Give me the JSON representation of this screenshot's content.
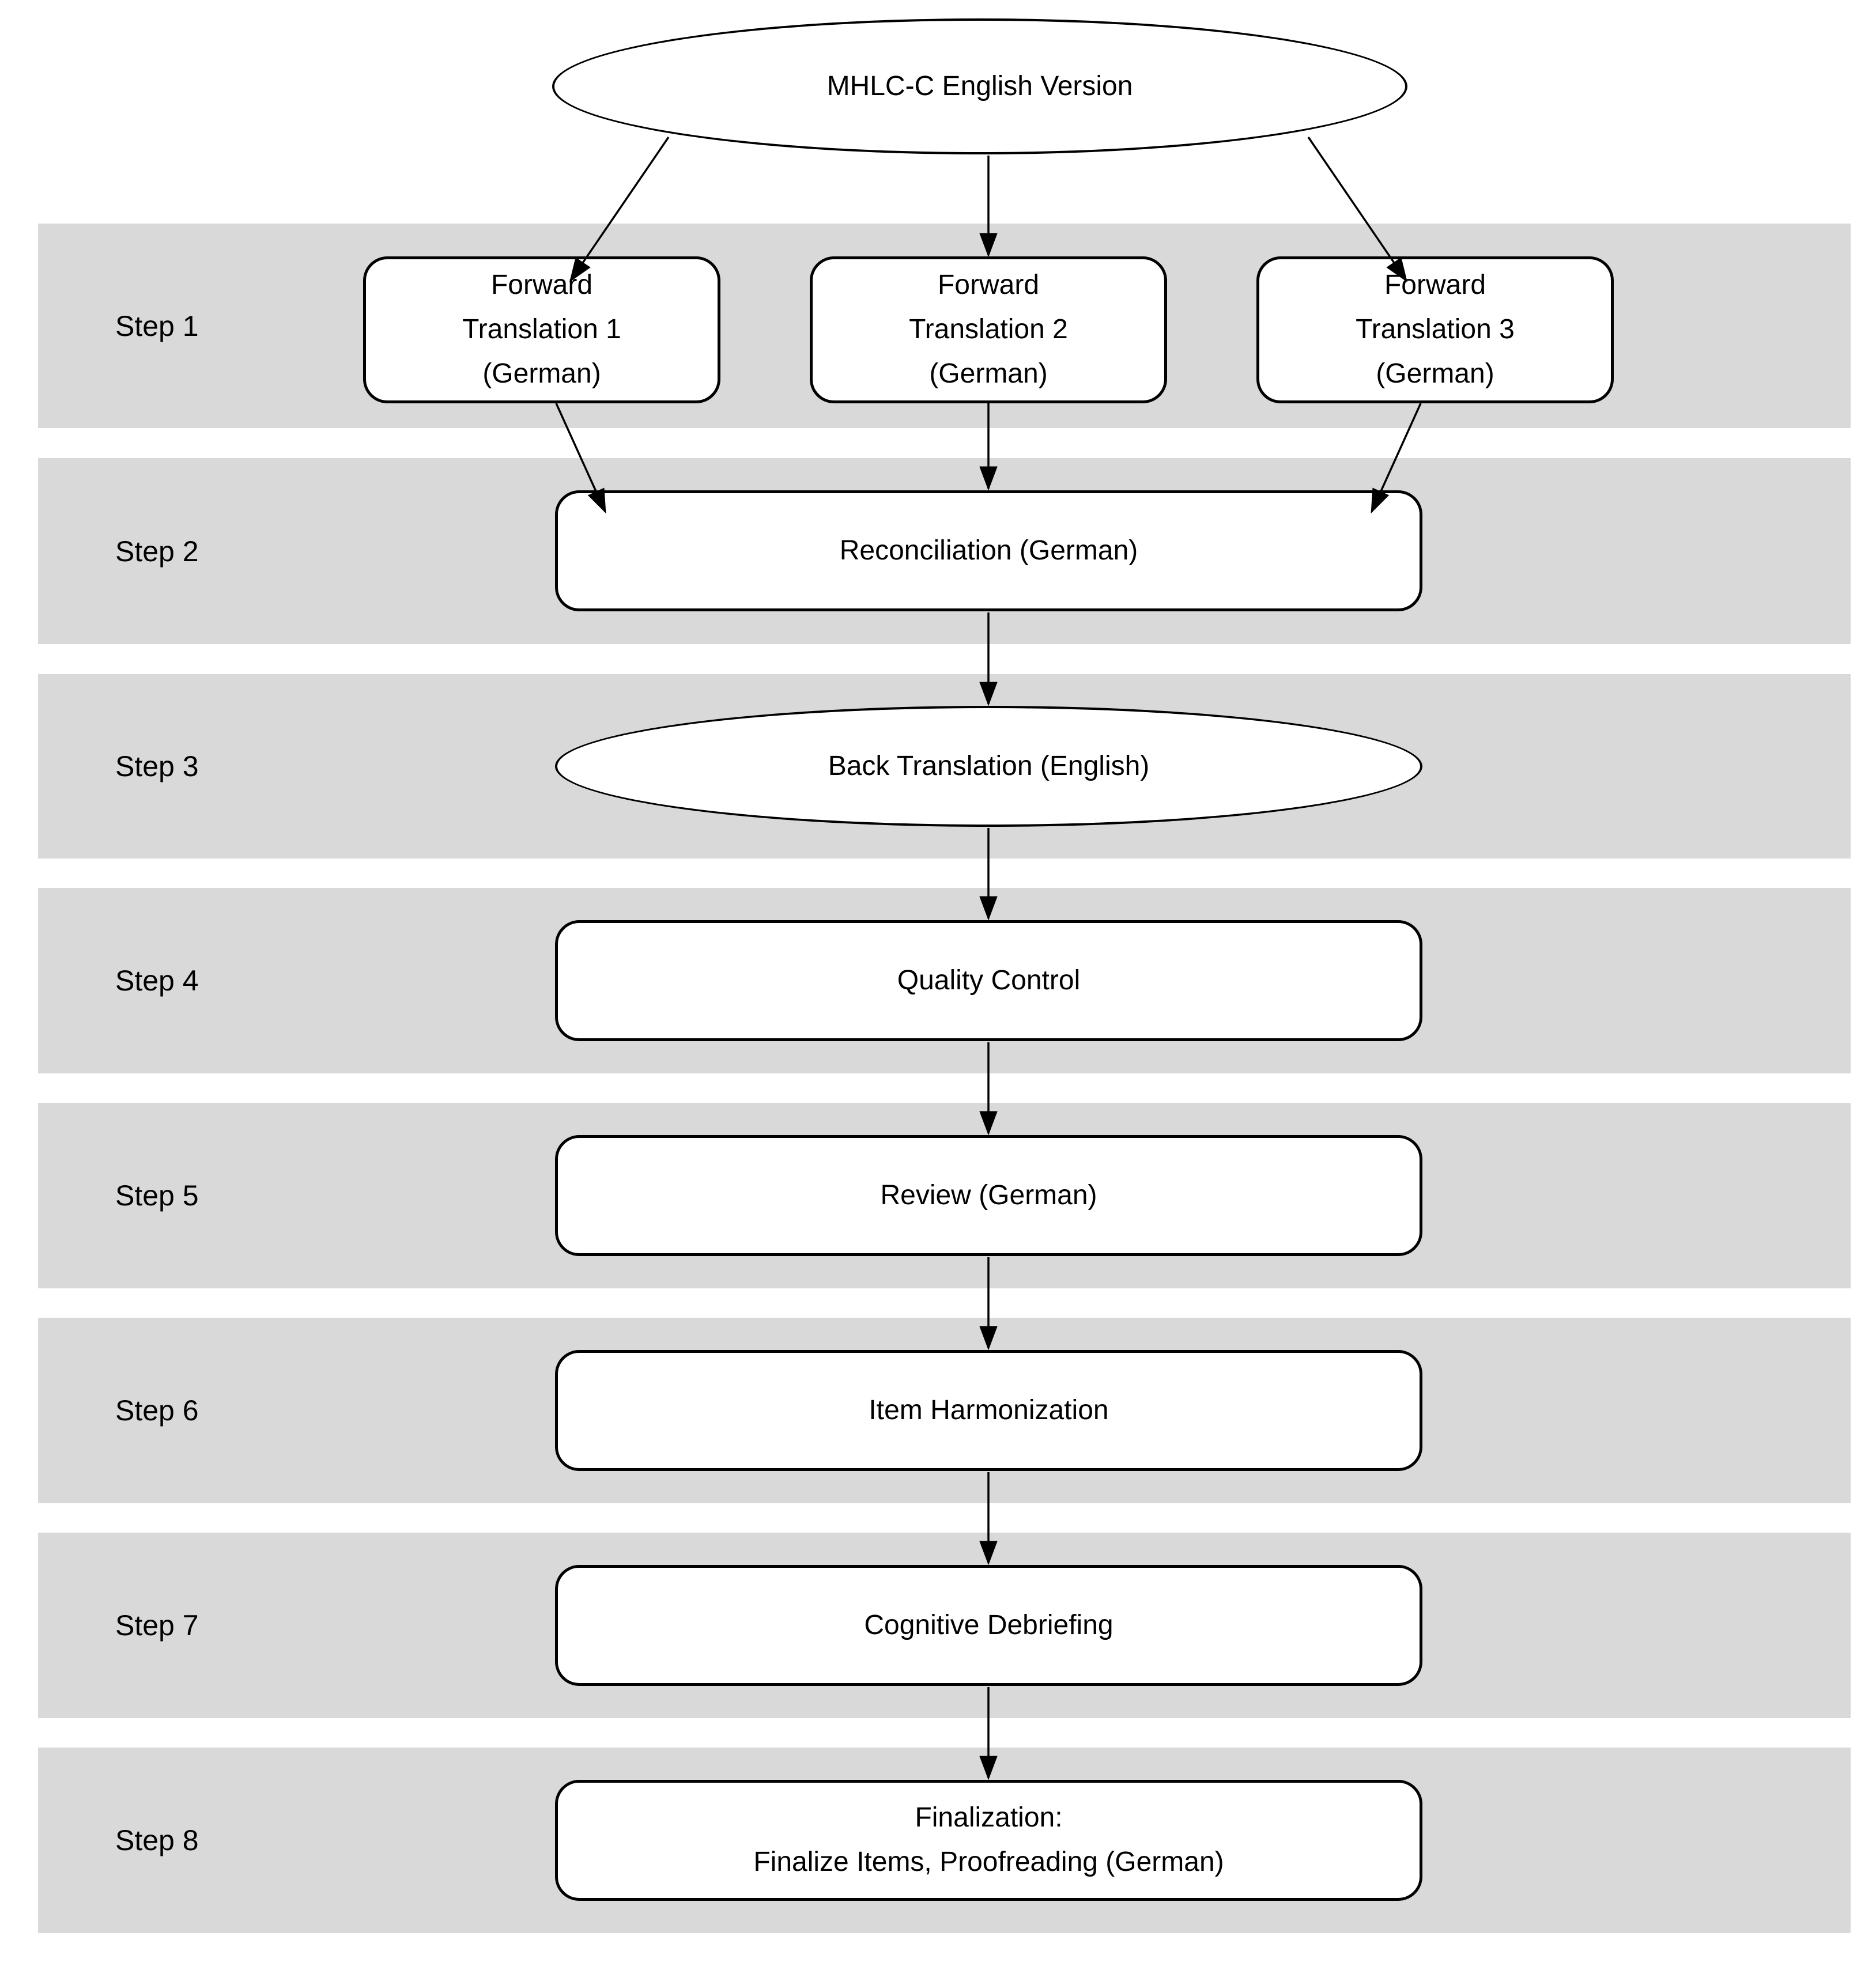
{
  "source": {
    "label": "MHLC-C English Version"
  },
  "steps": [
    {
      "label": "Step 1",
      "boxes": [
        "Forward\nTranslation 1\n(German)",
        "Forward\nTranslation 2\n(German)",
        "Forward\nTranslation 3\n(German)"
      ]
    },
    {
      "label": "Step 2",
      "box": "Reconciliation (German)"
    },
    {
      "label": "Step 3",
      "box": "Back Translation (English)"
    },
    {
      "label": "Step 4",
      "box": "Quality Control"
    },
    {
      "label": "Step 5",
      "box": "Review (German)"
    },
    {
      "label": "Step 6",
      "box": "Item Harmonization"
    },
    {
      "label": "Step 7",
      "box": "Cognitive Debriefing"
    },
    {
      "label": "Step 8",
      "box": "Finalization:\nFinalize Items, Proofreading (German)"
    }
  ],
  "colors": {
    "band": "#d9d9d9",
    "shape_fill": "#ffffff",
    "stroke": "#000000",
    "text": "#000000",
    "background": "#ffffff"
  }
}
